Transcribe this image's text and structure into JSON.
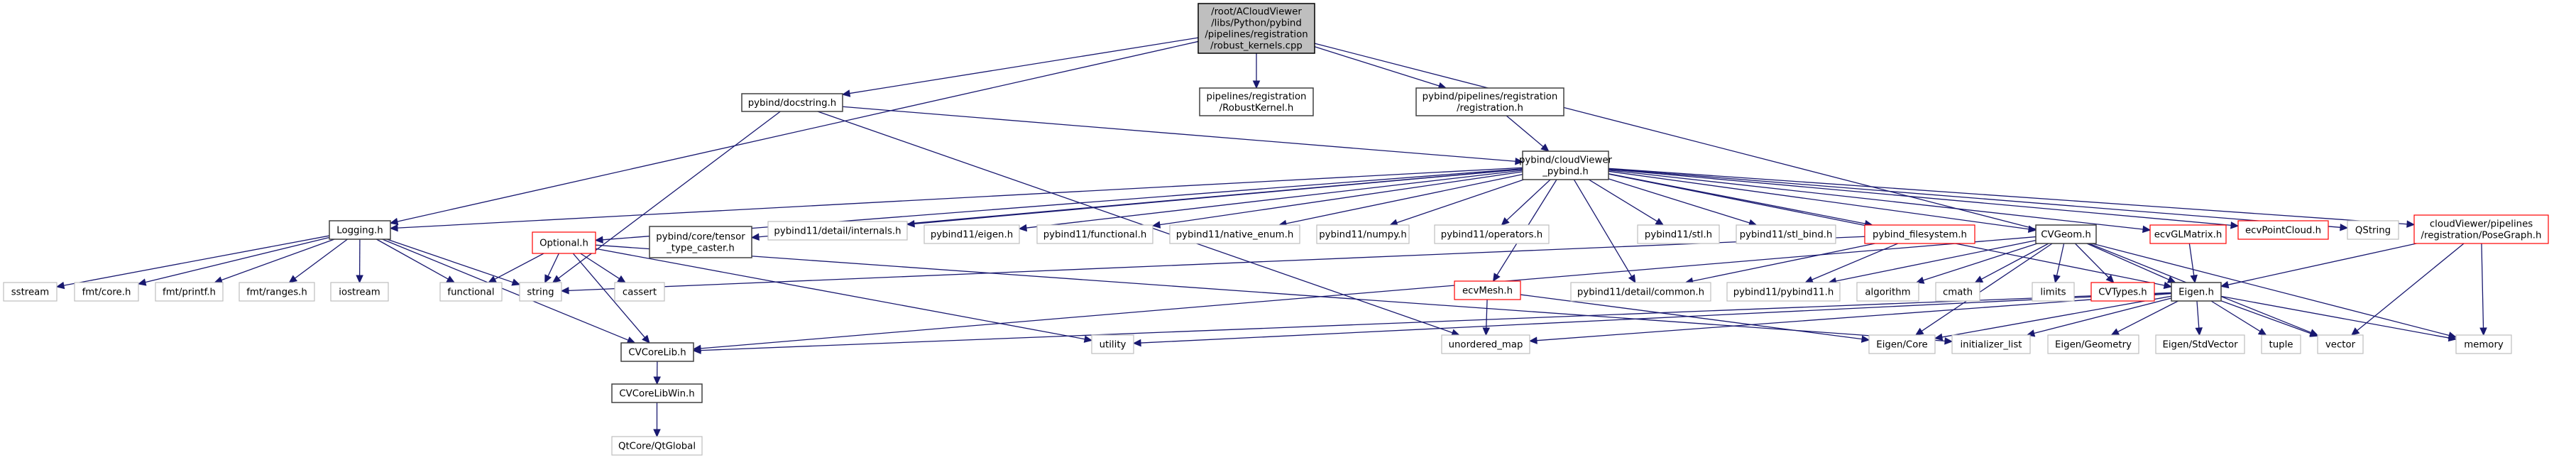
{
  "title": "Include dependency graph for robust_kernels.cpp",
  "colors": {
    "edge": "#191970",
    "root_fill": "#bfbfbf",
    "documented_border": "#000000",
    "undocumented_border": "#bfbfbf",
    "truncated_border": "#ff0000"
  },
  "nodes": [
    {
      "id": "root",
      "lines": [
        "/root/ACloudViewer",
        "/libs/Python/pybind",
        "/pipelines/registration",
        "/robust_kernels.cpp"
      ],
      "kind": "root"
    },
    {
      "id": "docstring",
      "lines": [
        "pybind/docstring.h"
      ],
      "kind": "documented"
    },
    {
      "id": "robustkernel",
      "lines": [
        "pipelines/registration",
        "/RobustKernel.h"
      ],
      "kind": "documented"
    },
    {
      "id": "registration",
      "lines": [
        "pybind/pipelines/registration",
        "/registration.h"
      ],
      "kind": "documented"
    },
    {
      "id": "cvpybind",
      "lines": [
        "pybind/cloudViewer",
        "_pybind.h"
      ],
      "kind": "documented"
    },
    {
      "id": "logging",
      "lines": [
        "Logging.h"
      ],
      "kind": "documented"
    },
    {
      "id": "optional",
      "lines": [
        "Optional.h"
      ],
      "kind": "truncated"
    },
    {
      "id": "tensorcaster",
      "lines": [
        "pybind/core/tensor",
        "_type_caster.h"
      ],
      "kind": "documented"
    },
    {
      "id": "internals",
      "lines": [
        "pybind11/detail/internals.h"
      ],
      "kind": "external"
    },
    {
      "id": "p11eigen",
      "lines": [
        "pybind11/eigen.h"
      ],
      "kind": "external"
    },
    {
      "id": "p11functional",
      "lines": [
        "pybind11/functional.h"
      ],
      "kind": "external"
    },
    {
      "id": "nativeenum",
      "lines": [
        "pybind11/native_enum.h"
      ],
      "kind": "external"
    },
    {
      "id": "numpy",
      "lines": [
        "pybind11/numpy.h"
      ],
      "kind": "external"
    },
    {
      "id": "operators",
      "lines": [
        "pybind11/operators.h"
      ],
      "kind": "external"
    },
    {
      "id": "stl",
      "lines": [
        "pybind11/stl.h"
      ],
      "kind": "external"
    },
    {
      "id": "stlbind",
      "lines": [
        "pybind11/stl_bind.h"
      ],
      "kind": "external"
    },
    {
      "id": "filesystem",
      "lines": [
        "pybind_filesystem.h"
      ],
      "kind": "truncated"
    },
    {
      "id": "cvgeom",
      "lines": [
        "CVGeom.h"
      ],
      "kind": "documented"
    },
    {
      "id": "glmatrix",
      "lines": [
        "ecvGLMatrix.h"
      ],
      "kind": "truncated"
    },
    {
      "id": "pointcloud",
      "lines": [
        "ecvPointCloud.h"
      ],
      "kind": "truncated"
    },
    {
      "id": "qstring",
      "lines": [
        "QString"
      ],
      "kind": "external"
    },
    {
      "id": "posegraph",
      "lines": [
        "cloudViewer/pipelines",
        "/registration/PoseGraph.h"
      ],
      "kind": "truncated"
    },
    {
      "id": "sstream",
      "lines": [
        "sstream"
      ],
      "kind": "external"
    },
    {
      "id": "fmtcore",
      "lines": [
        "fmt/core.h"
      ],
      "kind": "external"
    },
    {
      "id": "fmtprintf",
      "lines": [
        "fmt/printf.h"
      ],
      "kind": "external"
    },
    {
      "id": "fmtranges",
      "lines": [
        "fmt/ranges.h"
      ],
      "kind": "external"
    },
    {
      "id": "iostream",
      "lines": [
        "iostream"
      ],
      "kind": "external"
    },
    {
      "id": "functional",
      "lines": [
        "functional"
      ],
      "kind": "external"
    },
    {
      "id": "string",
      "lines": [
        "string"
      ],
      "kind": "external"
    },
    {
      "id": "cassert",
      "lines": [
        "cassert"
      ],
      "kind": "external"
    },
    {
      "id": "ecvmesh",
      "lines": [
        "ecvMesh.h"
      ],
      "kind": "truncated"
    },
    {
      "id": "common",
      "lines": [
        "pybind11/detail/common.h"
      ],
      "kind": "external"
    },
    {
      "id": "pybind11h",
      "lines": [
        "pybind11/pybind11.h"
      ],
      "kind": "external"
    },
    {
      "id": "algorithm",
      "lines": [
        "algorithm"
      ],
      "kind": "external"
    },
    {
      "id": "cmath",
      "lines": [
        "cmath"
      ],
      "kind": "external"
    },
    {
      "id": "limits",
      "lines": [
        "limits"
      ],
      "kind": "external"
    },
    {
      "id": "cvtypes",
      "lines": [
        "CVTypes.h"
      ],
      "kind": "truncated"
    },
    {
      "id": "eigenh",
      "lines": [
        "Eigen.h"
      ],
      "kind": "documented"
    },
    {
      "id": "cvcorelib",
      "lines": [
        "CVCoreLib.h"
      ],
      "kind": "documented"
    },
    {
      "id": "utility",
      "lines": [
        "utility"
      ],
      "kind": "external"
    },
    {
      "id": "unorderedmap",
      "lines": [
        "unordered_map"
      ],
      "kind": "external"
    },
    {
      "id": "eigencore",
      "lines": [
        "Eigen/Core"
      ],
      "kind": "external"
    },
    {
      "id": "initlist",
      "lines": [
        "initializer_list"
      ],
      "kind": "external"
    },
    {
      "id": "eigengeom",
      "lines": [
        "Eigen/Geometry"
      ],
      "kind": "external"
    },
    {
      "id": "eigenstdvec",
      "lines": [
        "Eigen/StdVector"
      ],
      "kind": "external"
    },
    {
      "id": "tuple",
      "lines": [
        "tuple"
      ],
      "kind": "external"
    },
    {
      "id": "vector",
      "lines": [
        "vector"
      ],
      "kind": "external"
    },
    {
      "id": "memory",
      "lines": [
        "memory"
      ],
      "kind": "external"
    },
    {
      "id": "cvcorelibwin",
      "lines": [
        "CVCoreLibWin.h"
      ],
      "kind": "documented"
    },
    {
      "id": "qtglobal",
      "lines": [
        "QtCore/QtGlobal"
      ],
      "kind": "external"
    }
  ],
  "edges": [
    [
      "root",
      "docstring"
    ],
    [
      "root",
      "robustkernel"
    ],
    [
      "root",
      "registration"
    ],
    [
      "root",
      "logging"
    ],
    [
      "root",
      "memory"
    ],
    [
      "docstring",
      "cvpybind"
    ],
    [
      "docstring",
      "string"
    ],
    [
      "docstring",
      "unorderedmap"
    ],
    [
      "registration",
      "cvpybind"
    ],
    [
      "cvpybind",
      "optional"
    ],
    [
      "cvpybind",
      "tensorcaster"
    ],
    [
      "cvpybind",
      "internals"
    ],
    [
      "cvpybind",
      "p11eigen"
    ],
    [
      "cvpybind",
      "p11functional"
    ],
    [
      "cvpybind",
      "nativeenum"
    ],
    [
      "cvpybind",
      "numpy"
    ],
    [
      "cvpybind",
      "operators"
    ],
    [
      "cvpybind",
      "stl"
    ],
    [
      "cvpybind",
      "stlbind"
    ],
    [
      "cvpybind",
      "filesystem"
    ],
    [
      "cvpybind",
      "cvgeom"
    ],
    [
      "cvpybind",
      "glmatrix"
    ],
    [
      "cvpybind",
      "pointcloud"
    ],
    [
      "cvpybind",
      "qstring"
    ],
    [
      "cvpybind",
      "posegraph"
    ],
    [
      "cvpybind",
      "ecvmesh"
    ],
    [
      "cvpybind",
      "common"
    ],
    [
      "cvpybind",
      "eigenh"
    ],
    [
      "cvpybind",
      "logging"
    ],
    [
      "logging",
      "sstream"
    ],
    [
      "logging",
      "fmtcore"
    ],
    [
      "logging",
      "fmtprintf"
    ],
    [
      "logging",
      "fmtranges"
    ],
    [
      "logging",
      "iostream"
    ],
    [
      "logging",
      "functional"
    ],
    [
      "logging",
      "string"
    ],
    [
      "logging",
      "cvcorelib"
    ],
    [
      "optional",
      "functional"
    ],
    [
      "optional",
      "string"
    ],
    [
      "optional",
      "cassert"
    ],
    [
      "optional",
      "cvcorelib"
    ],
    [
      "optional",
      "utility"
    ],
    [
      "optional",
      "initlist"
    ],
    [
      "filesystem",
      "string"
    ],
    [
      "filesystem",
      "common"
    ],
    [
      "filesystem",
      "pybind11h"
    ],
    [
      "cvgeom",
      "cvcorelib"
    ],
    [
      "cvgeom",
      "pybind11h"
    ],
    [
      "cvgeom",
      "algorithm"
    ],
    [
      "cvgeom",
      "cmath"
    ],
    [
      "cvgeom",
      "limits"
    ],
    [
      "cvgeom",
      "cvtypes"
    ],
    [
      "cvgeom",
      "eigenh"
    ],
    [
      "cvgeom",
      "eigencore"
    ],
    [
      "cvgeom",
      "vector"
    ],
    [
      "glmatrix",
      "eigenh"
    ],
    [
      "posegraph",
      "eigenh"
    ],
    [
      "posegraph",
      "vector"
    ],
    [
      "posegraph",
      "memory"
    ],
    [
      "ecvmesh",
      "unorderedmap"
    ],
    [
      "ecvmesh",
      "eigencore"
    ],
    [
      "eigenh",
      "cvcorelib"
    ],
    [
      "eigenh",
      "utility"
    ],
    [
      "eigenh",
      "unorderedmap"
    ],
    [
      "eigenh",
      "eigencore"
    ],
    [
      "eigenh",
      "initlist"
    ],
    [
      "eigenh",
      "eigengeom"
    ],
    [
      "eigenh",
      "eigenstdvec"
    ],
    [
      "eigenh",
      "tuple"
    ],
    [
      "eigenh",
      "vector"
    ],
    [
      "eigenh",
      "memory"
    ],
    [
      "cvcorelib",
      "cvcorelibwin"
    ],
    [
      "cvcorelibwin",
      "qtglobal"
    ]
  ]
}
